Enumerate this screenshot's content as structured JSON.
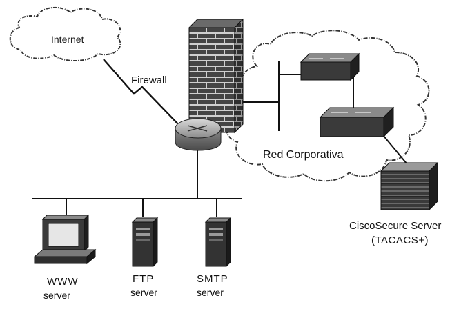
{
  "labels": {
    "internet": "Internet",
    "firewall": "Firewall",
    "corporate_network": "Red Corporativa",
    "cisco_server_line1": "CiscoSecure Server",
    "cisco_server_line2": "(TACACS+)",
    "www_line1": "WWW",
    "www_line2": "server",
    "ftp_line1": "FTP",
    "ftp_line2": "server",
    "smtp_line1": "SMTP",
    "smtp_line2": "server"
  },
  "icons": {
    "internet": "cloud-icon",
    "firewall": "brick-wall-icon",
    "router": "router-icon",
    "switch_top": "network-switch-icon",
    "switch_bottom": "network-switch-icon",
    "cisco_server": "server-rack-icon",
    "www_server": "workstation-icon",
    "ftp_server": "tower-server-icon",
    "smtp_server": "tower-server-icon",
    "wan_link": "lightning-link-icon"
  },
  "colors": {
    "line": "#111111",
    "device_dark": "#2b2b2b",
    "device_mid": "#7a7a7a",
    "brick": "#444444",
    "mortar": "#cfcfcf",
    "cloud_stroke": "#333333"
  }
}
